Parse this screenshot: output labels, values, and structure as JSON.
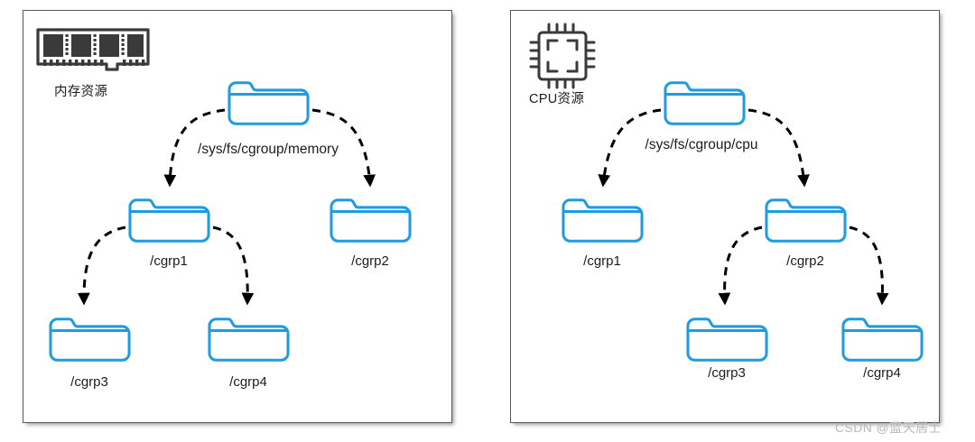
{
  "diagram": {
    "title": "cgroup hierarchy per resource controller",
    "colors": {
      "folder_stroke": "#1f9ce0",
      "folder_fill": "#ffffff",
      "arrow": "#000000",
      "panel_border": "#58585a",
      "icon": "#3a3a3a",
      "text": "#1c1c1c",
      "watermark": "#b9b9b9",
      "background": "#ffffff"
    },
    "panels": [
      {
        "id": "memory",
        "resource_icon": "memory-ram-icon",
        "resource_label": "内存资源",
        "root": {
          "icon": "folder-icon",
          "label": "/sys/fs/cgroup/memory"
        },
        "children": [
          {
            "icon": "folder-icon",
            "label": "/cgrp1"
          },
          {
            "icon": "folder-icon",
            "label": "/cgrp2"
          }
        ],
        "grandchildren": [
          {
            "icon": "folder-icon",
            "label": "/cgrp3",
            "parent": "/cgrp1"
          },
          {
            "icon": "folder-icon",
            "label": "/cgrp4",
            "parent": "/cgrp1"
          }
        ]
      },
      {
        "id": "cpu",
        "resource_icon": "cpu-chip-icon",
        "resource_label": "CPU资源",
        "root": {
          "icon": "folder-icon",
          "label": "/sys/fs/cgroup/cpu"
        },
        "children": [
          {
            "icon": "folder-icon",
            "label": "/cgrp1"
          },
          {
            "icon": "folder-icon",
            "label": "/cgrp2"
          }
        ],
        "grandchildren": [
          {
            "icon": "folder-icon",
            "label": "/cgrp3",
            "parent": "/cgrp2"
          },
          {
            "icon": "folder-icon",
            "label": "/cgrp4",
            "parent": "/cgrp2"
          }
        ]
      }
    ],
    "watermark": "CSDN @蓝天居士"
  }
}
